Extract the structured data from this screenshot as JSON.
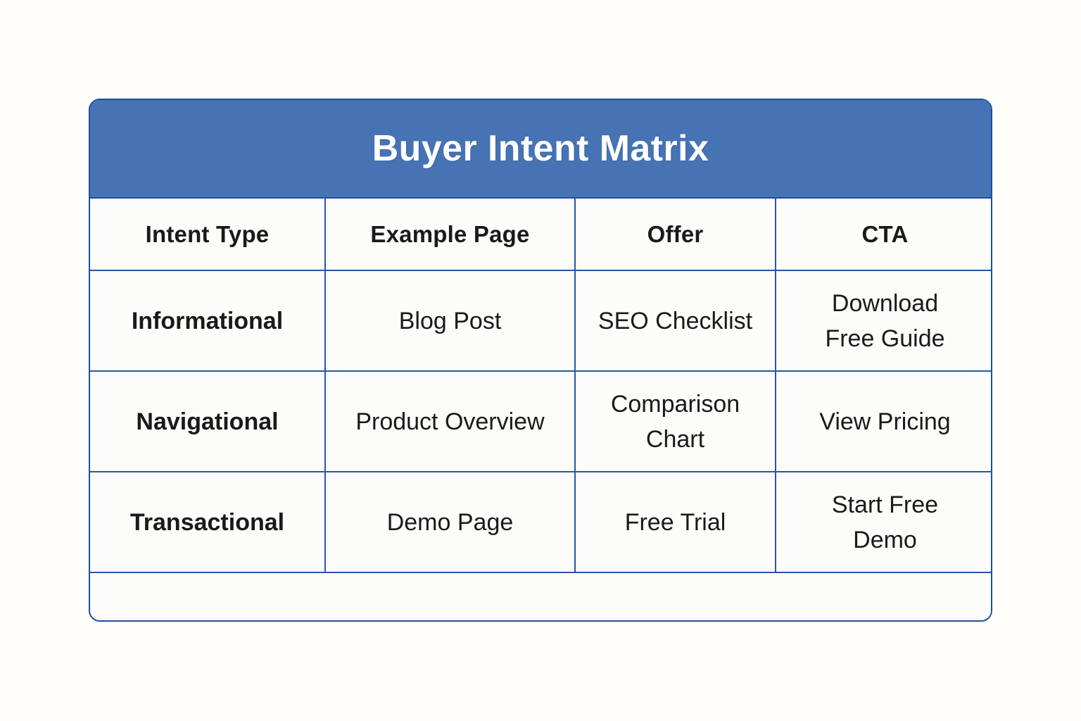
{
  "page": {
    "background_color": "#fffefa"
  },
  "card": {
    "border_color": "#1f4e9c",
    "surface_color": "#fcfcfa",
    "header_color": "#4573b4",
    "grid_color": "#2a56a5"
  },
  "title": "Buyer Intent Matrix",
  "table": {
    "columns": [
      "Intent Type",
      "Example Page",
      "Offer",
      "CTA"
    ],
    "rows": [
      {
        "intent_type": "Informational",
        "example_page": "Blog Post",
        "offer": "SEO Checklist",
        "cta_line1": "Download",
        "cta_line2": "Free Guide"
      },
      {
        "intent_type": "Navigational",
        "example_page": "Product Overview",
        "offer_line1": "Comparison",
        "offer_line2": "Chart",
        "cta": "View Pricing"
      },
      {
        "intent_type": "Transactional",
        "example_page": "Demo Page",
        "offer": "Free Trial",
        "cta_line1": "Start Free",
        "cta_line2": "Demo"
      }
    ],
    "footer_row": ""
  }
}
